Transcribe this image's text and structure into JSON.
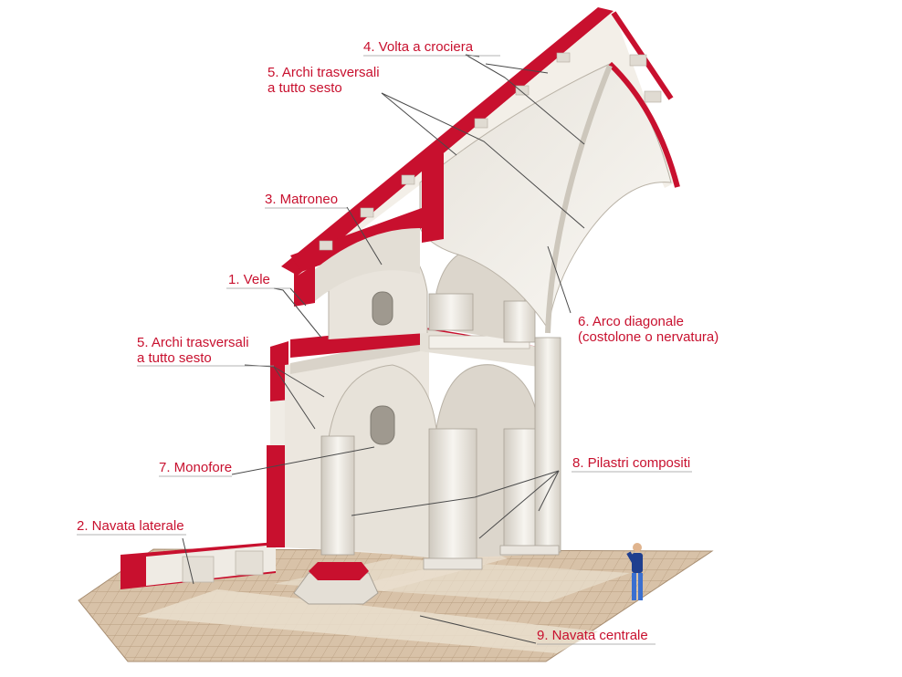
{
  "diagram": {
    "colors": {
      "cut_section": "#c8102e",
      "label_text": "#c8102e",
      "stone": "#f1eee8",
      "stone_shade": "#d9d4cb",
      "floor_tile": "#d8c2a8",
      "floor_band": "#e9dccb",
      "leader_line": "#4a4a4a"
    },
    "labels": {
      "volta": "4. Volta a crociera",
      "archi_top_1": "5. Archi trasversali",
      "archi_top_2": "a tutto sesto",
      "matroneo": "3. Matroneo",
      "vele": "1. Vele",
      "archi_bot_1": "5.  Archi trasversali",
      "archi_bot_2": "a tutto sesto",
      "arco_1": "6. Arco diagonale",
      "arco_2": "(costolone o nervatura)",
      "monofore": "7. Monofore",
      "pilastri": "8. Pilastri compositi",
      "navata_laterale": "2. Navata laterale",
      "navata_centrale": "9. Navata centrale"
    },
    "figure_icon": "standing-person-icon"
  }
}
